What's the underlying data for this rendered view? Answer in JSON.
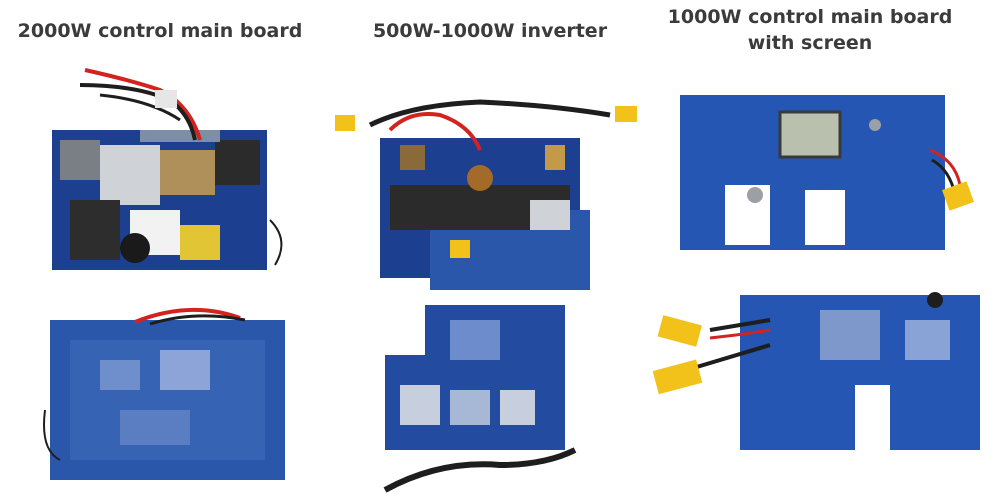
{
  "columns": [
    {
      "title": "2000W control main board"
    },
    {
      "title": "500W-1000W inverter"
    },
    {
      "title": "1000W control main board\nwith screen"
    }
  ],
  "colors": {
    "pcb_blue": "#1d3f8f",
    "pcb_light": "#2e5bb5",
    "connector_yellow": "#f2c21a",
    "wire_red": "#d2231f",
    "title_text": "#3b3b3b"
  }
}
